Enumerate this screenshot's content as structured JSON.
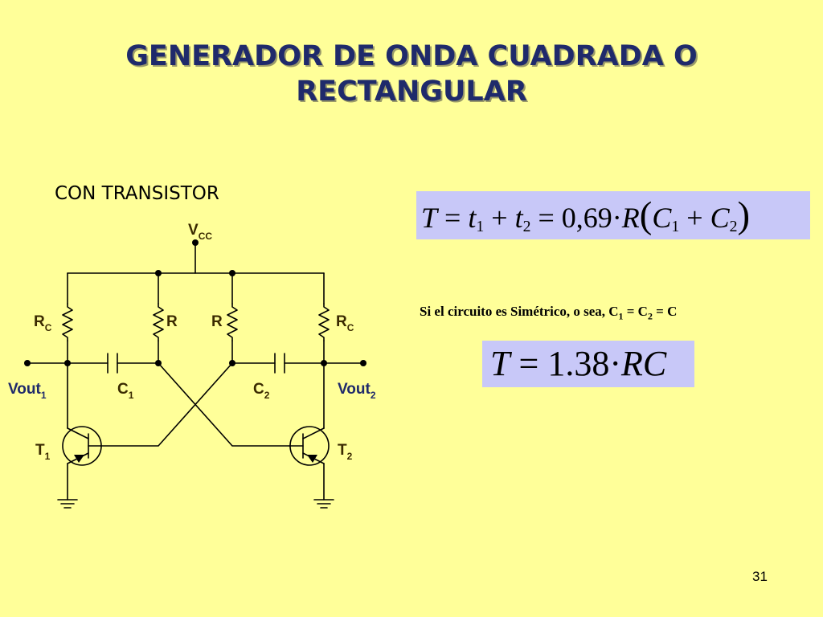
{
  "slide": {
    "title_line1": "GENERADOR DE ONDA CUADRADA O",
    "title_line2": "RECTANGULAR",
    "subtitle": "CON TRANSISTOR",
    "page_number": "31"
  },
  "formulas": {
    "period_general": {
      "T": "T",
      "eq": "=",
      "t": "t",
      "sub1": "1",
      "plus": "+",
      "sub2": "2",
      "coef": "0,69",
      "dot": "·",
      "R": "R",
      "lparen": "(",
      "C": "C",
      "rparen": ")"
    },
    "symmetric_note": {
      "prefix": "Si el circuito es Simétrico, o sea, C",
      "sub1": "1",
      "mid": " = C",
      "sub2": "2",
      "suffix": " = C"
    },
    "period_symmetric": {
      "T": "T",
      "eq": "=",
      "coef": "1.38",
      "dot": "·",
      "RC": "RC"
    }
  },
  "circuit": {
    "vcc": {
      "main": "V",
      "sub": "CC"
    },
    "rc_left": {
      "main": "R",
      "sub": "C"
    },
    "r_left": "R",
    "r_right": "R",
    "rc_right": {
      "main": "R",
      "sub": "C"
    },
    "c1": {
      "main": "C",
      "sub": "1"
    },
    "c2": {
      "main": "C",
      "sub": "2"
    },
    "vout1": {
      "main": "Vout",
      "sub": "1"
    },
    "vout2": {
      "main": "Vout",
      "sub": "2"
    },
    "t1": {
      "main": "T",
      "sub": "1"
    },
    "t2": {
      "main": "T",
      "sub": "2"
    }
  }
}
